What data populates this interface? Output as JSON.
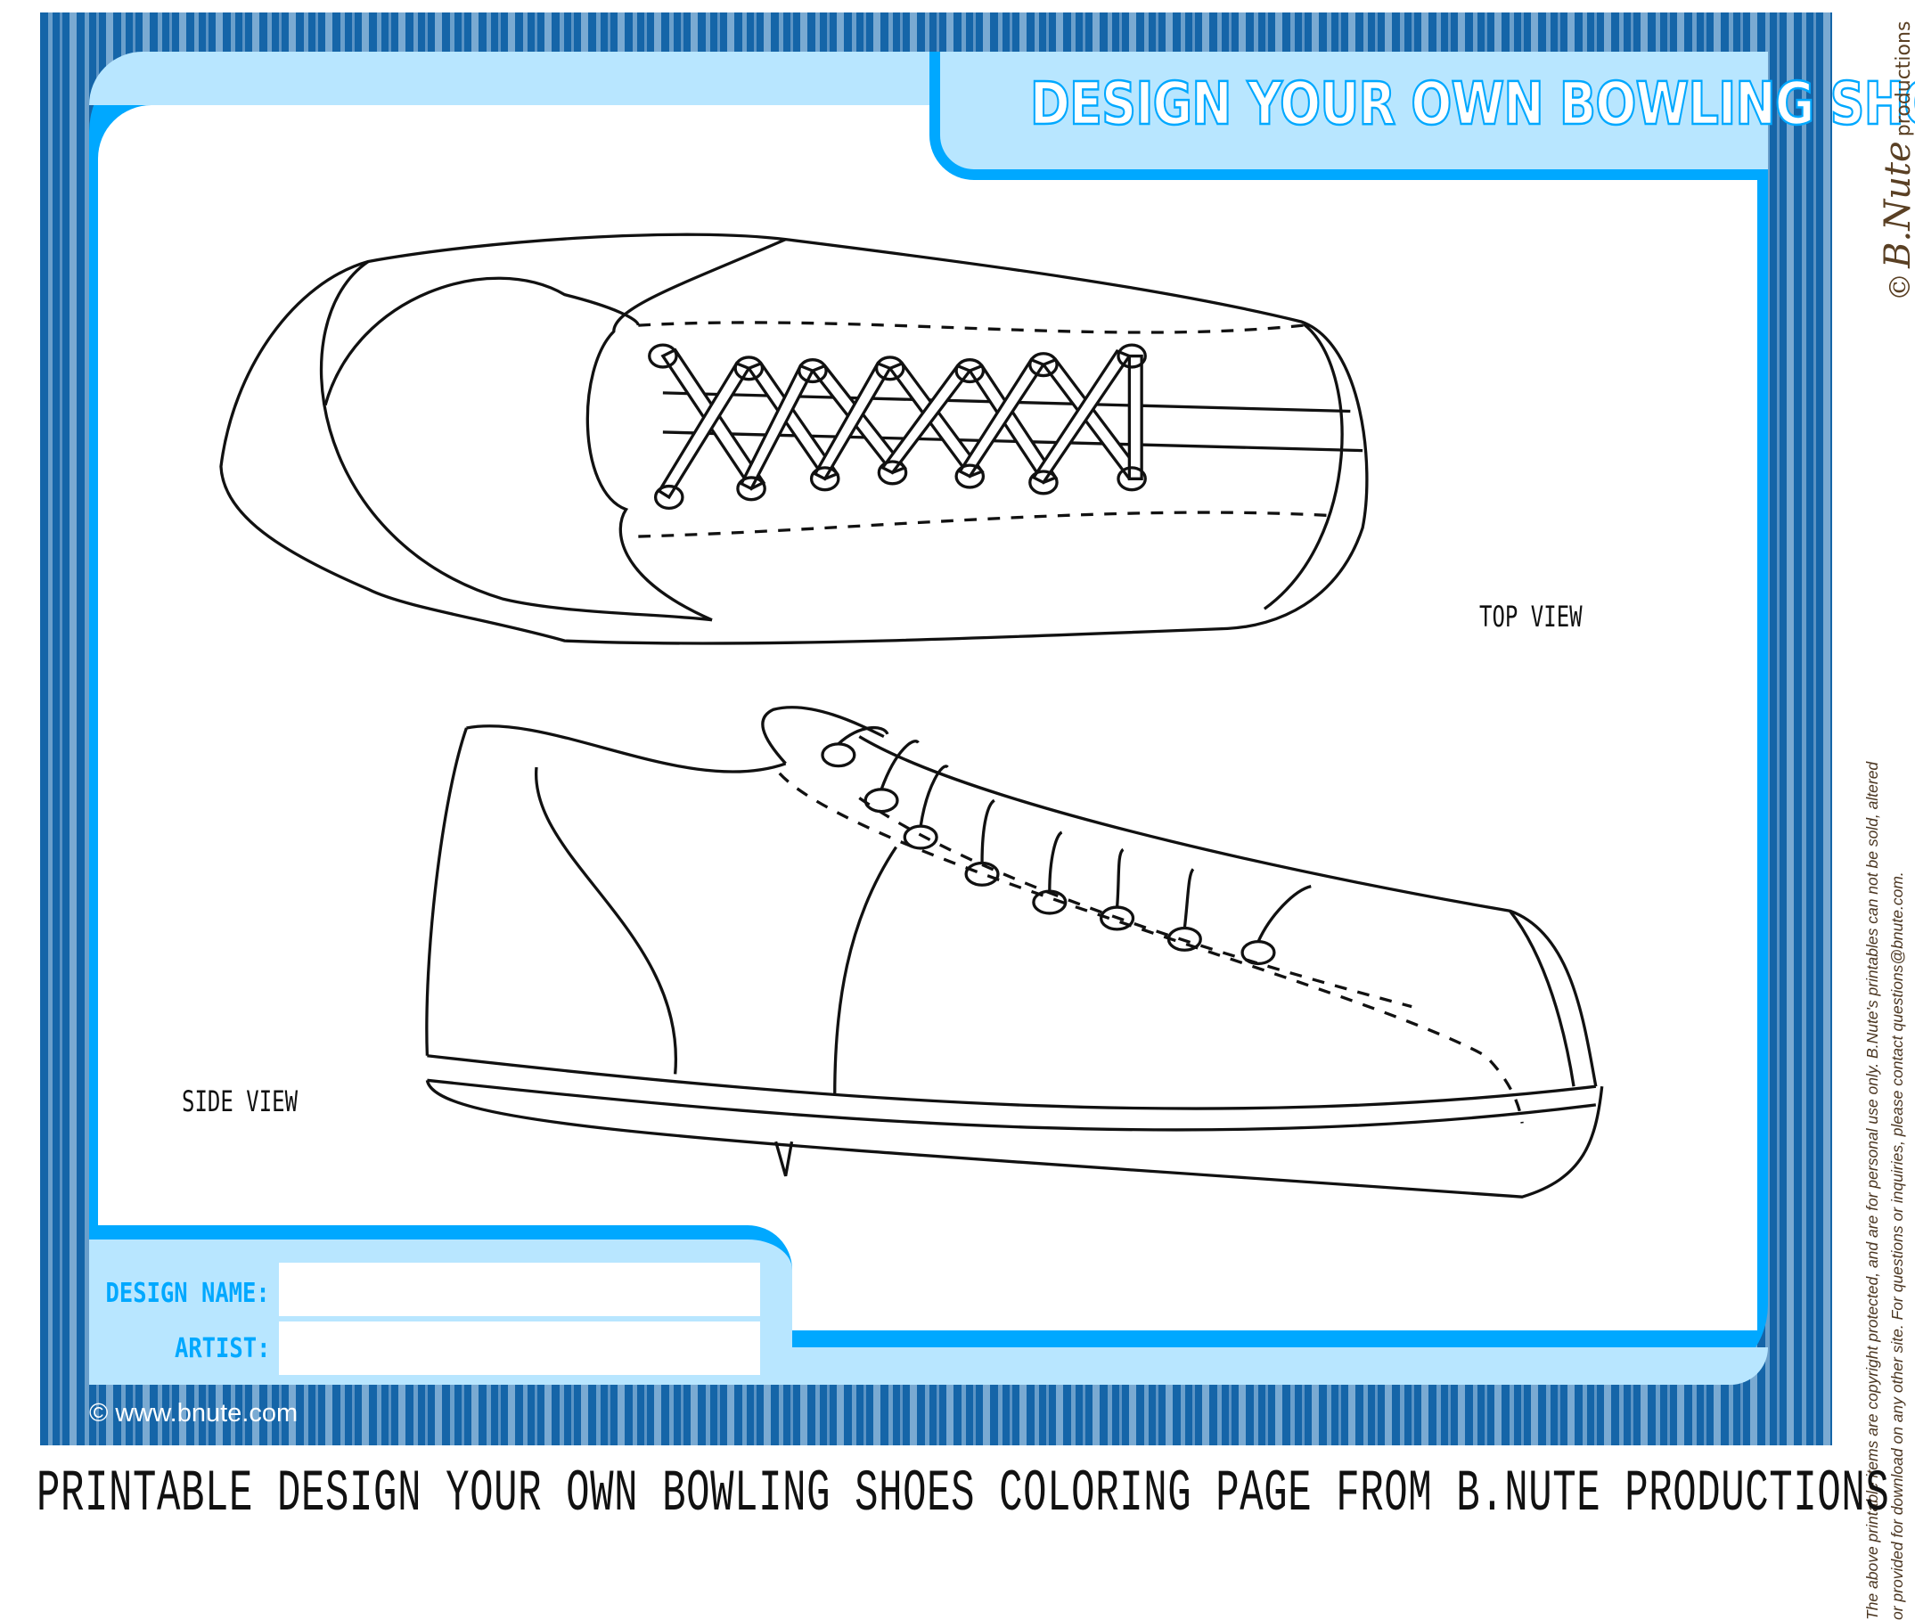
{
  "title": "DESIGN YOUR OWN BOWLING SHOES",
  "labels": {
    "top_view": "TOP VIEW",
    "side_view": "SIDE VIEW"
  },
  "form": {
    "design_name_label": "DESIGN NAME:",
    "design_name_value": "",
    "artist_label": "ARTIST:",
    "artist_value": ""
  },
  "credit": "© www.bnute.com",
  "brand": {
    "copyright": "©",
    "name": "B.Nute",
    "suffix": "productions"
  },
  "legal": {
    "line1": "The above printable items are copyright protected, and are for personal use only. B.Nute's printables can not be sold, altered",
    "line2": "or  provided for download on any other site. For questions or inquiries, please contact questions@bnute.com."
  },
  "caption": "PRINTABLE DESIGN YOUR OWN BOWLING SHOES COLORING PAGE FROM B.NUTE PRODUCTIONS",
  "colors": {
    "stripe_dark": "#1565a8",
    "accent": "#00a8ff",
    "light": "#b8e6ff"
  }
}
